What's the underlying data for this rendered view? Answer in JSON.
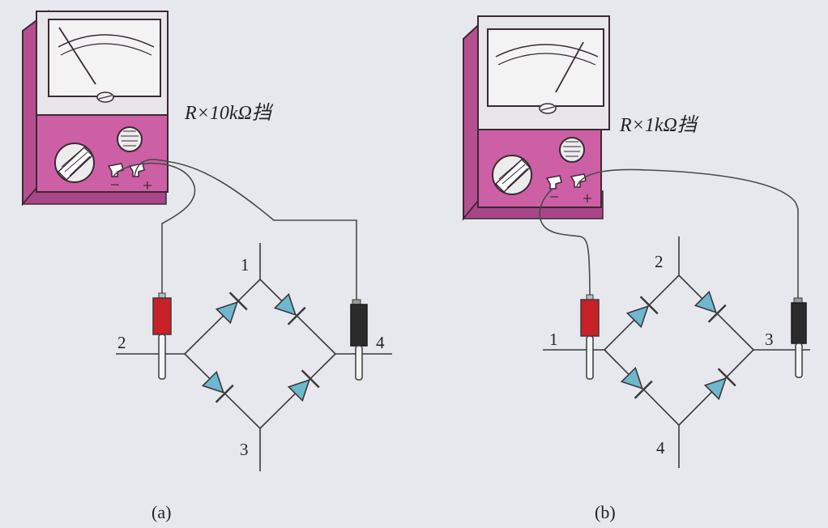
{
  "colors": {
    "background": "#e7e8ee",
    "meter_body": "#cd5fa5",
    "meter_top": "#e8e6e9",
    "diode_fill": "#6fb7cf",
    "probe_red": "#c82127",
    "probe_black": "#2b2b2b",
    "wire": "#4a4a4a"
  },
  "panel_a": {
    "range_label": "R×10kΩ挡",
    "minus": "−",
    "plus": "+",
    "nodes": {
      "top": "1",
      "left": "2",
      "bottom": "3",
      "right": "4"
    },
    "caption": "(a)"
  },
  "panel_b": {
    "range_label": "R×1kΩ挡",
    "minus": "−",
    "plus": "+",
    "nodes": {
      "top": "2",
      "left": "1",
      "bottom": "4",
      "right": "3"
    },
    "caption": "(b)"
  }
}
